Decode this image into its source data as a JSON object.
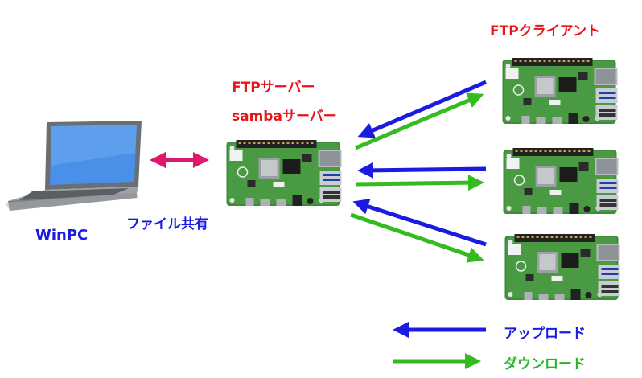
{
  "labels": {
    "ftp_client": "FTPクライアント",
    "ftp_server": "FTPサーバー",
    "samba_server": "sambaサーバー",
    "winpc": "WinPC",
    "file_share": "ファイル共有",
    "legend_upload": "アップロード",
    "legend_download": "ダウンロード"
  },
  "colors": {
    "title_red": "#e8141a",
    "upload_blue": "#1a1ae0",
    "download_green": "#33bb1f",
    "share_pink": "#e0176f",
    "board_green": "#3f8a3a"
  },
  "icons": [
    "laptop-icon",
    "raspberry-pi-board-icon"
  ]
}
